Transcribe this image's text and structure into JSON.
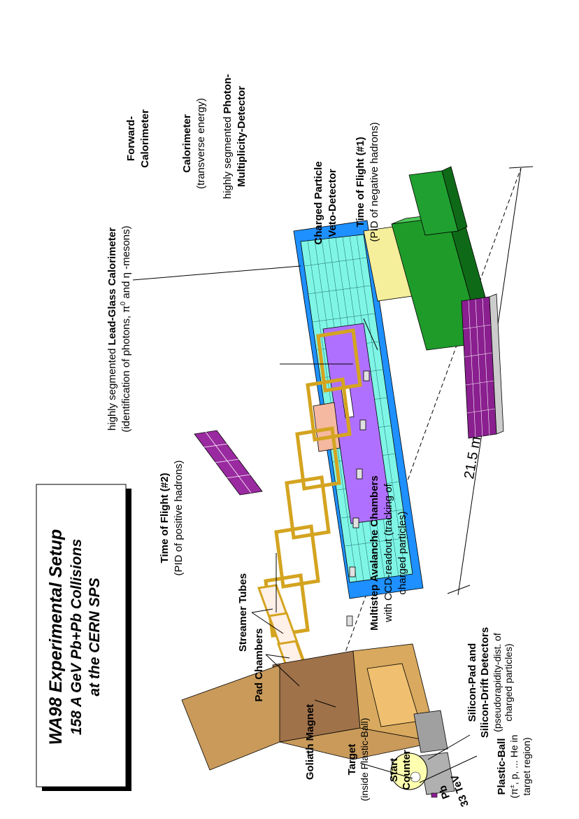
{
  "title": {
    "line1": "WA98 Experimental Setup",
    "line2": "158 A GeV Pb+Pb Collisions",
    "line3": "at the CERN  SPS"
  },
  "labels": {
    "lead_glass": {
      "prefix": "highly segmented ",
      "bold": "Lead-Glass Calorimeter",
      "line2a": "(identification of  photons,  ",
      "pi0": "π",
      "pi0_sup": "0",
      "line2b": "  and  ",
      "eta": "η",
      "line2c": " -mesons)"
    },
    "forward_cal": {
      "line1": "Forward-",
      "line2": "Calorimeter"
    },
    "calorimeter": {
      "line1": "Calorimeter",
      "line2": "(transverse energy)"
    },
    "photon_mult": {
      "prefix": "highly segmented ",
      "bold1": "Photon-",
      "bold2": "Multiplicity-Detector"
    },
    "charged_veto": {
      "line1": "Charged Particle",
      "line2": "Veto-Detector"
    },
    "tof1": {
      "line1": "Time of Flight (#1)",
      "line2": "(PID of negative hadrons)"
    },
    "distance": {
      "text": "21.5 m"
    },
    "msac": {
      "line1": "Multistep Avalanche Chambers",
      "line2": "with CCD-readout (tracking of",
      "line3": "charged particles)"
    },
    "tof2": {
      "line1": "Time of Flight (#2)",
      "line2": "(PID of positive hadrons)"
    },
    "silicon": {
      "line1": "Silicon-Pad and",
      "line2": "Silicon-Drift Detectors",
      "line3": "(pseudorapidity-dist. of",
      "line4": "charged particles)"
    },
    "streamer": {
      "text": "Streamer Tubes"
    },
    "pad": {
      "text": "Pad Chambers"
    },
    "goliath": {
      "text": "Goliath Magnet"
    },
    "target": {
      "line1": "Target",
      "line2": "(inside Plastic-Ball)"
    },
    "start": {
      "line1": "Start",
      "line2": "Counter"
    },
    "beam": {
      "line1": "Pb",
      "line2": "33 TeV"
    },
    "plastic": {
      "line1": "Plastic-Ball",
      "line2a": "(π",
      "line2sup": "±",
      "line2b": ", p, ... He in",
      "line3": "target region)"
    }
  },
  "colors": {
    "lead_glass_blue": "#1e90ff",
    "lead_glass_cyan": "#7ff5e6",
    "pmd_purple": "#b070ff",
    "calorimeter_green": "#1f9b2a",
    "forward_green": "#20a030",
    "tof_purple": "#8a1f8f",
    "frame_yellow": "#f0c020",
    "magnet_brown": "#c99a5a",
    "plastic_ball": "#ffffb0",
    "silicon_gray": "#a0a0a0"
  }
}
